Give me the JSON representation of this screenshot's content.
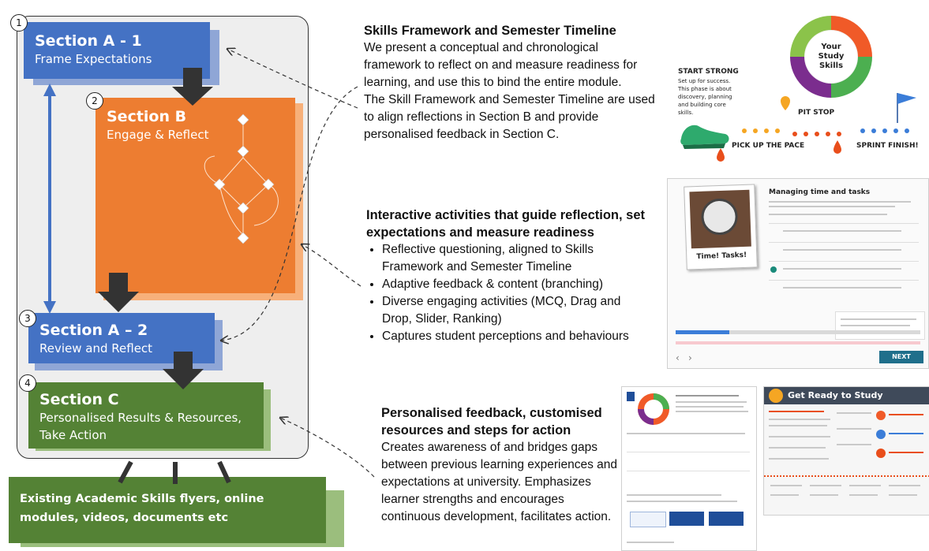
{
  "diagram": {
    "sections": [
      {
        "number": "1",
        "title": "Section A - 1",
        "subtitle": "Frame Expectations"
      },
      {
        "number": "2",
        "title": "Section B",
        "subtitle": "Engage & Reflect"
      },
      {
        "number": "3",
        "title": "Section A – 2",
        "subtitle": "Review and Reflect"
      },
      {
        "number": "4",
        "title": "Section C",
        "subtitle": "Personalised Results & Resources, Take Action"
      }
    ],
    "existing_resources": "Existing Academic Skills flyers, online modules, videos, documents etc"
  },
  "panel1": {
    "heading": "Skills Framework and Semester Timeline",
    "para1": "We present a conceptual and chronological framework to reflect on and measure readiness for learning, and use this to bind the entire module.",
    "para2": "The Skill Framework and Semester Timeline are used to align reflections in Section B and provide personalised feedback in Section C."
  },
  "panel2": {
    "heading": "Interactive activities that guide reflection, set expectations and measure readiness",
    "bullets": [
      "Reflective questioning, aligned to Skills Framework and Semester Timeline",
      "Adaptive feedback & content (branching)",
      "Diverse engaging activities (MCQ, Drag and Drop, Slider, Ranking)",
      "Captures student perceptions and behaviours"
    ]
  },
  "panel3": {
    "heading": "Personalised feedback, customised resources and steps for action",
    "body": "Creates awareness of and bridges gaps between previous learning experiences and expectations at university. Emphasizes learner strengths and encourages continuous development, facilitates action."
  },
  "img_timeline": {
    "wheel_center": "Your Study Skills",
    "start_strong": "START STRONG",
    "start_desc": "Set up for success. This phase is about discovery, planning and building core skills.",
    "pit_stop": "PIT STOP",
    "pick_up_pace": "PICK UP THE PACE",
    "sprint_finish": "SPRINT FINISH!"
  },
  "img_activity": {
    "title": "Managing time and tasks",
    "caption": "Time! Tasks!",
    "next": "NEXT"
  },
  "img_report": {
    "title": "Get Ready to Study"
  },
  "colors": {
    "blue": "#4472c4",
    "orange": "#ed7d31",
    "green": "#548235",
    "resources_green": "#548235"
  }
}
